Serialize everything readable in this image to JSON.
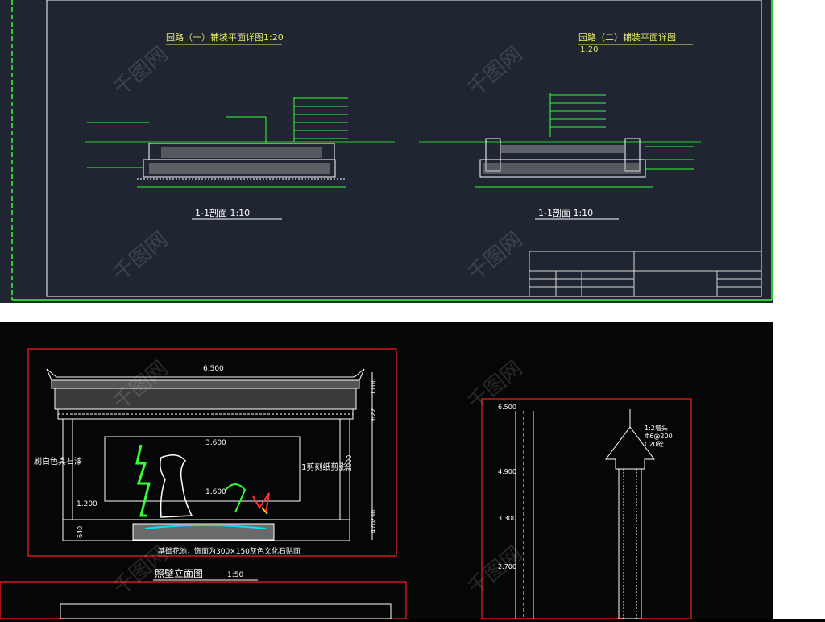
{
  "top_sheet": {
    "plan_title_left": "园路（一）铺装平面详图1:20",
    "plan_title_right": "园路（二）铺装平面详图",
    "plan_title_right_scale": "1:20",
    "section_title_left": "1-1剖面  1:10",
    "section_title_right": "1-1剖面  1:10"
  },
  "bottom_sheet": {
    "elevation_title": "照壁立面图",
    "elevation_scale": "1:50",
    "dim_top": "6.500",
    "dim_mid": "3.600",
    "dim_rock": "1.600",
    "dim_low": "1.200",
    "label_left": "刷白色真石漆",
    "label_right": "1剪刻纸剪影",
    "label_bottom": "基础花池，饰面为300×150灰色文化石贴面",
    "side_dims": [
      "1100",
      "622",
      "3000",
      "230",
      "470",
      "640"
    ],
    "section_levels": [
      "6.500",
      "4.900",
      "3.300",
      "2.700"
    ],
    "section_note_1": "1:2墙头",
    "section_note_2": "C20砼",
    "section_note_3": "Φ6@200"
  },
  "watermark": "千图网",
  "colors": {
    "top_bg": "#1f2631",
    "bottom_bg": "#050608",
    "frame_green": "#33ff33",
    "frame_red": "#ff2020",
    "title_yellow": "#e8e86a"
  }
}
